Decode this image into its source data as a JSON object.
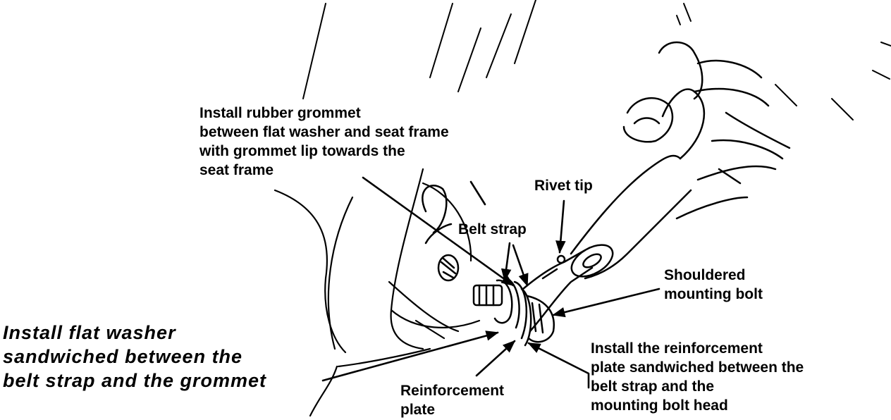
{
  "colors": {
    "ink": "#000000",
    "paper": "#ffffff"
  },
  "labels": {
    "grommet": {
      "line1": "Install rubber grommet",
      "line2": "between flat washer and seat frame",
      "line3": "with grommet lip towards the",
      "line4": "seat frame"
    },
    "rivet_tip": "Rivet tip",
    "belt_strap": "Belt strap",
    "shouldered_bolt": {
      "line1": "Shouldered",
      "line2": "mounting bolt"
    },
    "flat_washer": {
      "line1": "Install flat washer",
      "line2": "sandwiched between the",
      "line3": "belt strap and the grommet"
    },
    "reinforcement_plate": {
      "line1": "Reinforcement",
      "line2": "plate"
    },
    "install_reinforcement": {
      "line1": "Install the reinforcement",
      "line2": "plate sandwiched between the",
      "line3": "belt strap and the",
      "line4": "mounting bolt head"
    }
  }
}
